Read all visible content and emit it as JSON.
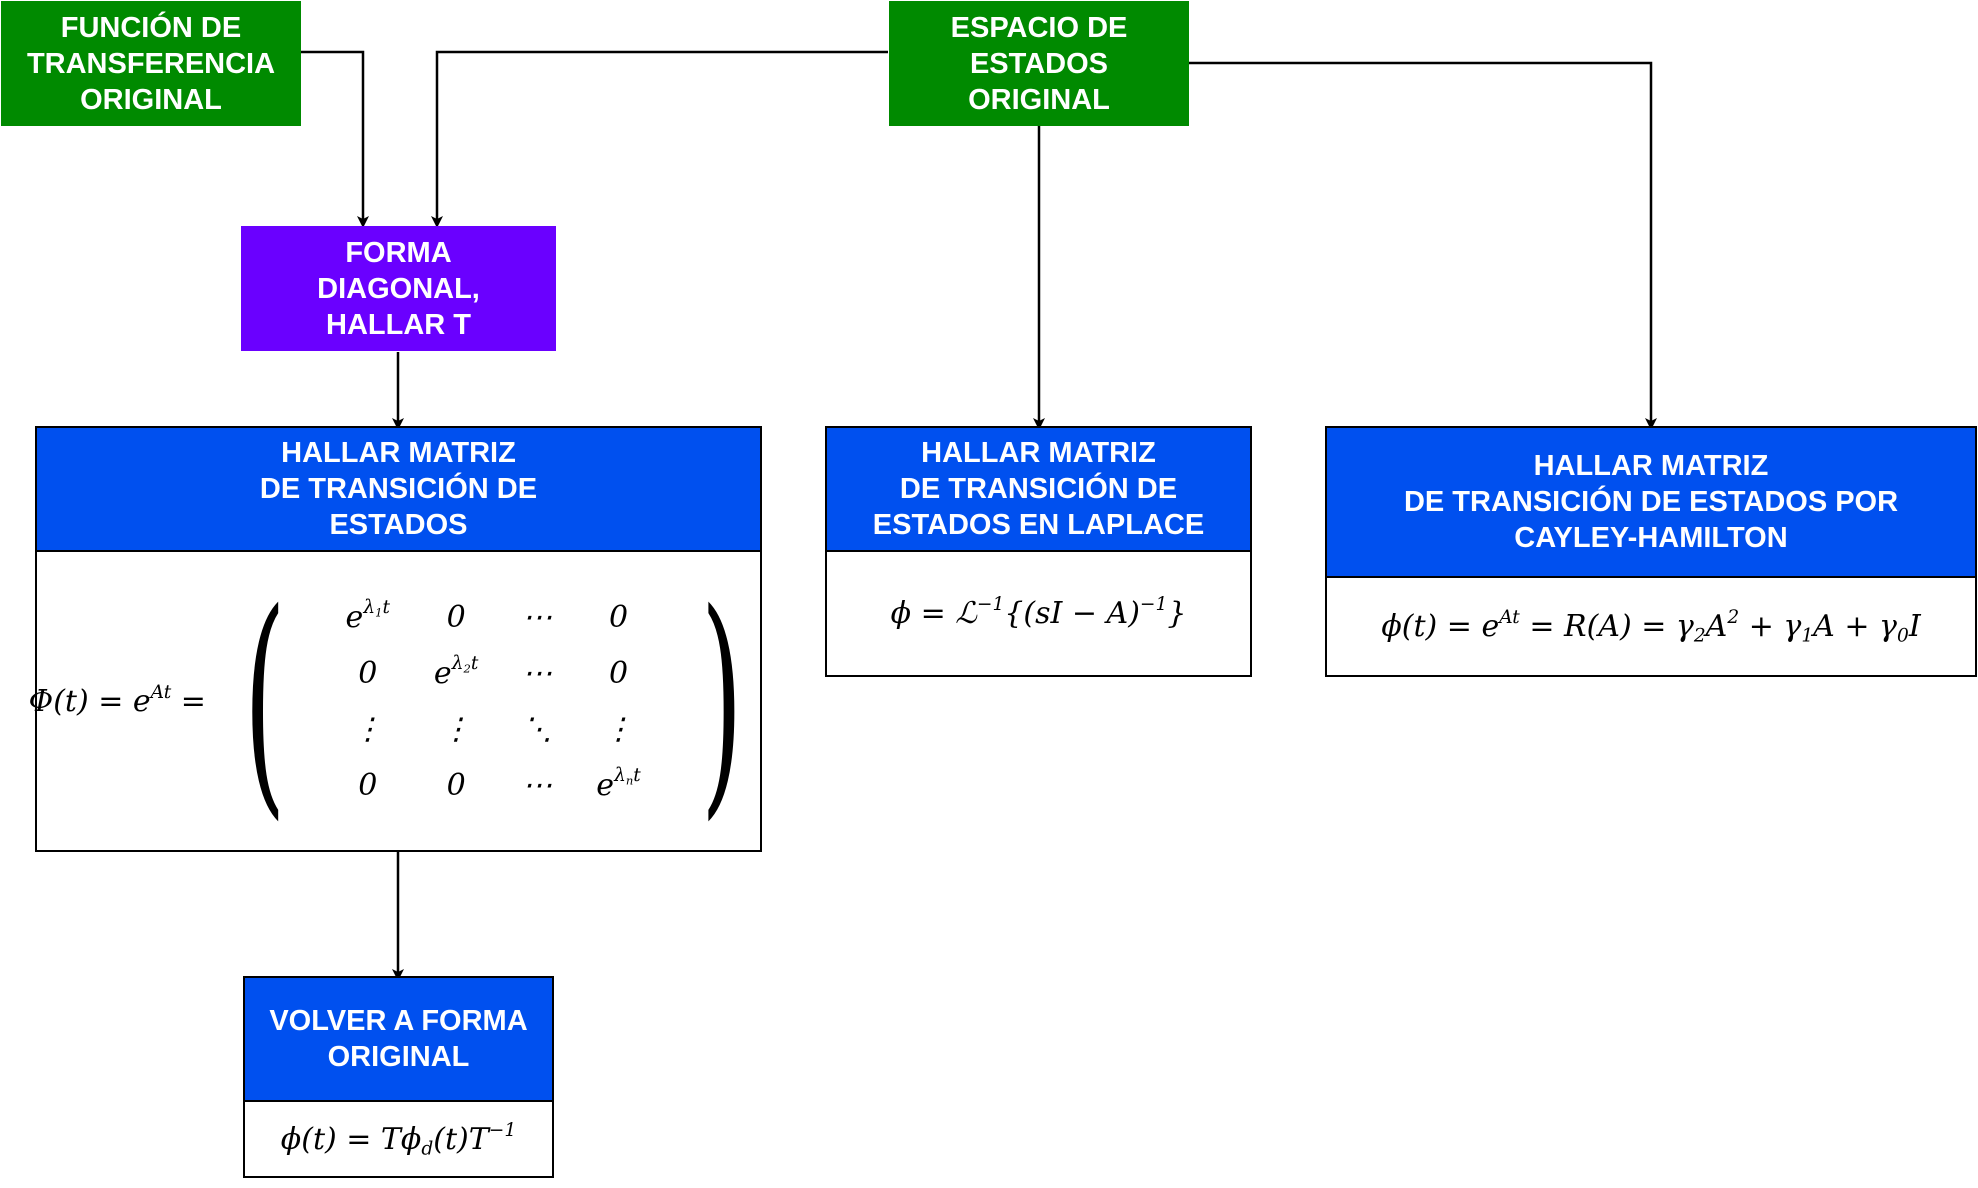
{
  "nodes": {
    "tf_original": "FUNCIÓN DE\nTRANSFERENCIA\nORIGINAL",
    "ss_original": "ESPACIO DE\nESTADOS\nORIGINAL",
    "diagonal": "FORMA\nDIAGONAL,\nHALLAR T",
    "stm_diag": "HALLAR MATRIZ\nDE TRANSICIÓN DE\nESTADOS",
    "stm_laplace": "HALLAR MATRIZ\nDE TRANSICIÓN DE\nESTADOS EN LAPLACE",
    "stm_cayley": "HALLAR MATRIZ\nDE TRANSICIÓN DE ESTADOS POR\nCAYLEY-HAMILTON",
    "return_original": "VOLVER A FORMA\nORIGINAL"
  },
  "formulas": {
    "phi_lhs": "Φ(t) = e",
    "phi_lhs_exp": "At",
    "phi_eq": " =",
    "matrix": [
      [
        "e^{λ1 t}",
        "0",
        "⋯",
        "0"
      ],
      [
        "0",
        "e^{λ2 t}",
        "⋯",
        "0"
      ],
      [
        "⋮",
        "⋮",
        "⋱",
        "⋮"
      ],
      [
        "0",
        "0",
        "⋯",
        "e^{λn t}"
      ]
    ],
    "laplace": "ϕ = ℒ⁻¹{(sI − A)⁻¹}",
    "cayley": "ϕ(t) = e^{At} = R(A) = γ2 A² + γ1 A + γ0 I",
    "return": "ϕ(t) = T ϕd(t) T⁻¹"
  },
  "colors": {
    "green": "#008a00",
    "purple": "#6a00ff",
    "blue": "#0050ef",
    "edge": "#000000"
  }
}
